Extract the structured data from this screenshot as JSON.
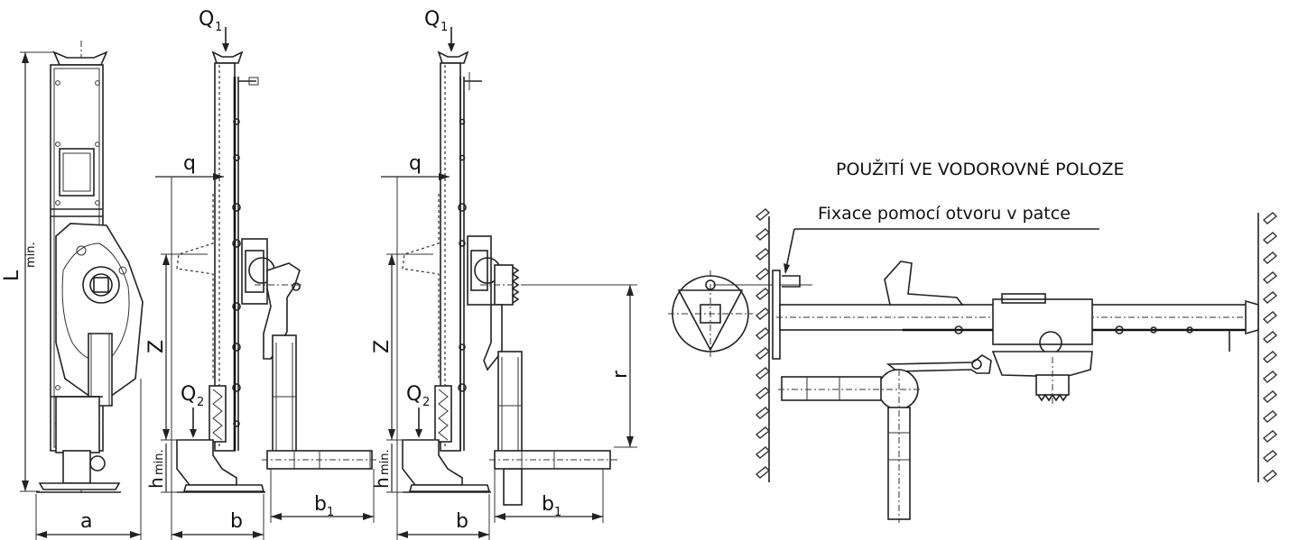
{
  "labels": {
    "Q1": "Q",
    "Q1_sub": "1",
    "Q2": "Q",
    "Q2_sub": "2",
    "q": "q",
    "Z": "Z",
    "h": "h",
    "h_sub": "min.",
    "L": "L",
    "L_sub": "min.",
    "a": "a",
    "b": "b",
    "b1": "b",
    "b1_sub": "1",
    "r": "r"
  },
  "horizontal_use": {
    "title": "POUŽITÍ VE VODOROVNÉ POLOZE",
    "note": "Fixace pomocí otvoru v patce"
  },
  "colors": {
    "line": "#222222",
    "background": "#ffffff"
  }
}
